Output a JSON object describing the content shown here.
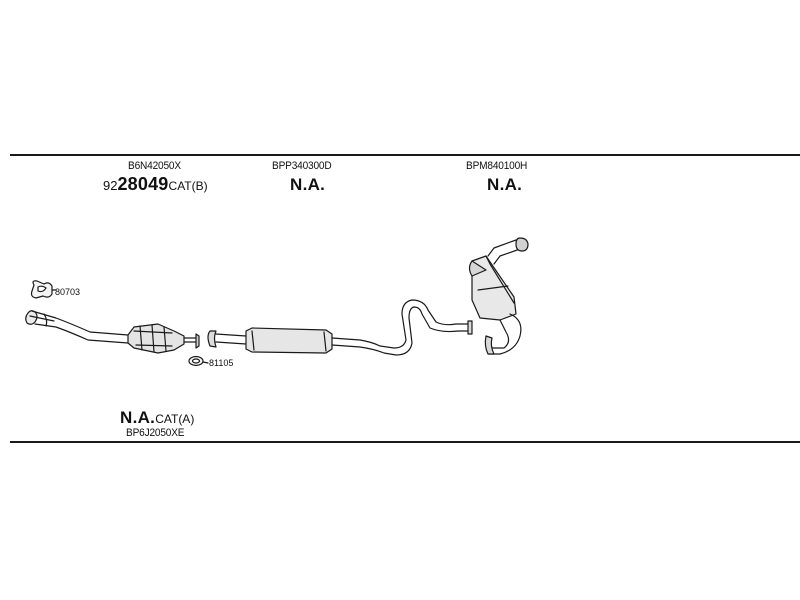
{
  "parts": {
    "catalytic_b": {
      "code": "B6N42050X",
      "prefix": "92",
      "number": "28049",
      "suffix": "CAT(B)"
    },
    "center_pipe": {
      "code": "BPP340300D",
      "number": "N.A."
    },
    "rear_muffler": {
      "code": "BPM840100H",
      "number": "N.A."
    },
    "catalytic_a": {
      "number": "N.A.",
      "suffix": "CAT(A)",
      "code": "BP6J2050XE"
    }
  },
  "accessories": {
    "bracket": "80703",
    "gasket": "81105"
  }
}
